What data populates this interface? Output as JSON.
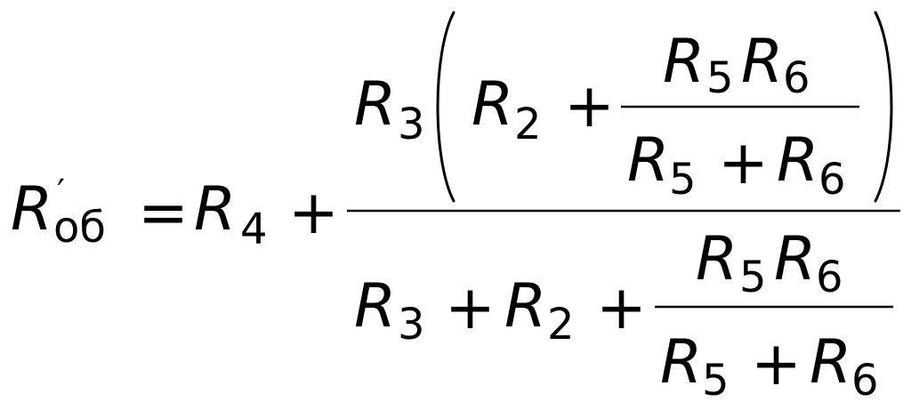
{
  "formula": {
    "lhs": {
      "symbol": "R",
      "prime": "′",
      "subscript": "об"
    },
    "equals": "=",
    "plus": "+",
    "r2": {
      "symbol": "R",
      "subscript": "2"
    },
    "r3": {
      "symbol": "R",
      "subscript": "3"
    },
    "r4": {
      "symbol": "R",
      "subscript": "4"
    },
    "r5": {
      "symbol": "R",
      "subscript": "5"
    },
    "r6": {
      "symbol": "R",
      "subscript": "6"
    }
  }
}
